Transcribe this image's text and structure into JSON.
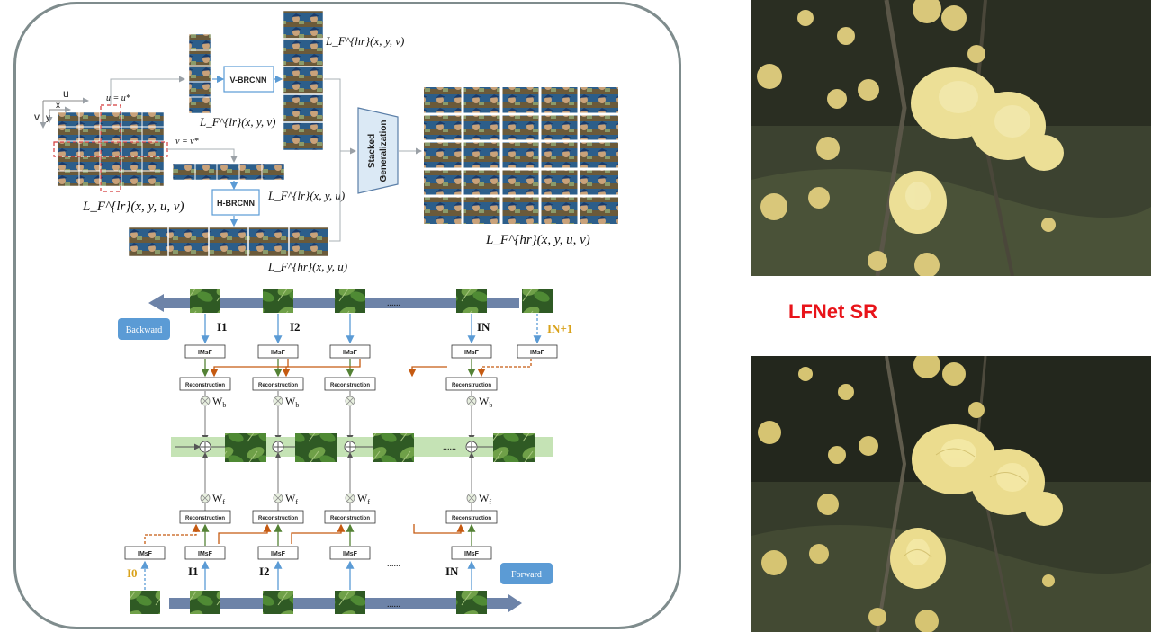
{
  "top_diagram": {
    "input_label": "L_F^{lr}(x, y, u, v)",
    "axis_u": "u",
    "axis_v": "v",
    "axis_x": "x",
    "axis_y": "y",
    "u_eq": "u = u*",
    "v_eq": "v = v*",
    "v_brcnn": "V-BRCNN",
    "h_brcnn": "H-BRCNN",
    "v_lr_label": "L_F^{lr}(x, y, v)",
    "v_hr_label": "L_F^{hr}(x, y, v)",
    "h_lr_label": "L_F^{lr}(x, y, u)",
    "h_hr_label": "L_F^{hr}(x, y, u)",
    "stacked_gen_line1": "Stacked",
    "stacked_gen_line2": "Generalization",
    "output_label": "L_F^{hr}(x, y, u, v)"
  },
  "bottom_diagram": {
    "backward_label": "Backward",
    "forward_label": "Forward",
    "imsf": "IMsF",
    "reconstruction": "Reconstruction",
    "wb": "W",
    "wb_sub": "b",
    "wf": "W",
    "wf_sub": "f",
    "ellipsis": "......",
    "frames_top": [
      "I1",
      "I2",
      "IN",
      "IN+1"
    ],
    "frames_bottom": [
      "I0",
      "I1",
      "I2",
      "IN"
    ]
  },
  "caption": "LFNet SR",
  "colors": {
    "caption": "#e8141a",
    "arrow_blue": "#6d83a8",
    "label_box_blue": "#5b9bd5",
    "feature_band": "#c5e3b5",
    "orange_path": "#c55a11",
    "green_path": "#548235",
    "highlight": "#d9a21a"
  }
}
